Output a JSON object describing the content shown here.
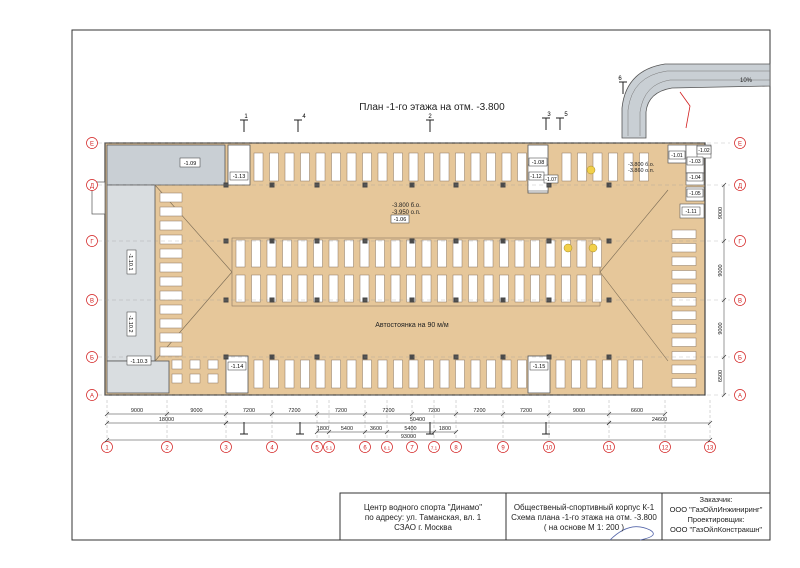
{
  "plan_title": "План -1-го этажа на отм. -3.800",
  "parking_label": "Автостоянка на 90 м/м",
  "elevation_main": "-3.800 б.о.",
  "elevation_main_alt": "-3.950 о.п.",
  "elevation_ramp_1": "-3.800 б.о.",
  "elevation_ramp_2": "-3.860 о.п.",
  "ramp_slope": "10%",
  "room_tags": {
    "r109": "-1.09",
    "r113": "-1.13",
    "r106": "-1.06",
    "r108": "-1.08",
    "r112": "-1.12",
    "r107": "-1.07",
    "r101": "-1.01",
    "r103": "-1.03",
    "r102": "-1.02",
    "r104": "-1.04",
    "r105": "-1.05",
    "r111": "-1.11",
    "r1101": "-1.10.1",
    "r1102": "-1.10.2",
    "r1103": "-1.10.3",
    "r114": "-1.14",
    "r115": "-1.15"
  },
  "row_axes": [
    "Е",
    "Д",
    "Г",
    "В",
    "Б",
    "А"
  ],
  "column_axes": [
    "1",
    "2",
    "3",
    "4",
    "5",
    "5.1",
    "6",
    "6.1",
    "7",
    "7.1",
    "8",
    "9",
    "10",
    "11",
    "12",
    "13"
  ],
  "section_marks": [
    "1",
    "2",
    "3",
    "4",
    "5",
    "6"
  ],
  "dims_bottom_1": [
    "9000",
    "9000",
    "7200",
    "7200",
    "7200",
    "7200",
    "7200",
    "7200",
    "7200",
    "9000",
    "6600"
  ],
  "dims_bottom_2_left": "18000",
  "dims_bottom_2_mid": "50400",
  "dims_bottom_2_right": "24600",
  "dims_bottom_3_parts": [
    "1800",
    "5400",
    "3600",
    "5400",
    "1800"
  ],
  "dims_total": "93000",
  "dims_right": [
    "9000",
    "9000",
    "9000",
    "6500"
  ],
  "title_block": {
    "project": [
      "Центр водного спорта \"Динамо\"",
      "по адресу: ул. Таманская, вл. 1",
      "СЗАО г. Москва"
    ],
    "sheet": [
      "Общественый-спортивный корпус К-1",
      "Схема плана -1-го  этажа на отм. -3.800",
      "( на основе М 1: 200 )"
    ],
    "customer": [
      "Заказчик:",
      "ООО \"ГазОйлИнжиниринг\"",
      "Проектировщик:",
      "ООО \"ГазОйлКонстракшн\""
    ]
  },
  "colors": {
    "floor": "#e6c79a",
    "wall": "#5b6f7d",
    "ramp": "#c9cfd4",
    "axis_mark": "#d21e1e",
    "line": "#3a3a3a"
  }
}
